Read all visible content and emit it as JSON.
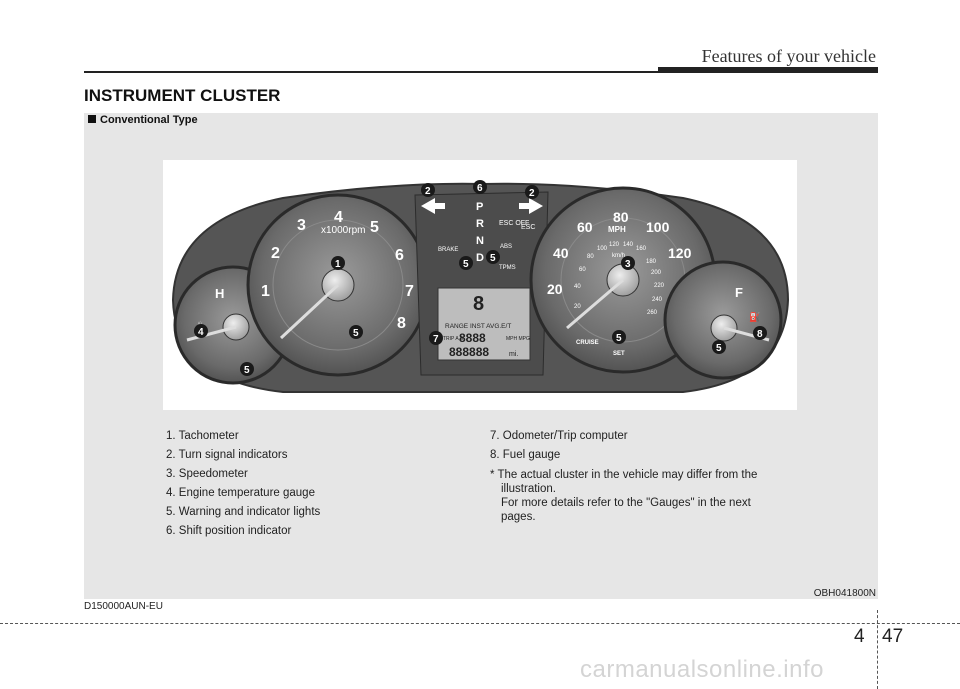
{
  "header": {
    "section_title": "Features of your vehicle"
  },
  "main": {
    "title": "INSTRUMENT CLUSTER",
    "subhead": "Conventional Type",
    "figure": {
      "image_code": "OBH041800N",
      "gauge_labels": {
        "rpm_unit": "x1000rpm",
        "tach_ticks": [
          "1",
          "2",
          "3",
          "4",
          "5",
          "6",
          "7",
          "8"
        ],
        "speed_ticks": [
          "20",
          "40",
          "60",
          "80",
          "100",
          "120",
          "140",
          "160"
        ],
        "kmh_ticks": [
          "20",
          "40",
          "60",
          "80",
          "100",
          "120",
          "140",
          "160",
          "180",
          "200",
          "220",
          "240",
          "260"
        ],
        "speed_unit": "MPH",
        "kmh_unit": "km/h",
        "temp_hot": "H",
        "fuel_full": "F",
        "gear_positions": [
          "P",
          "R",
          "N",
          "D"
        ],
        "esc_off": "ESC OFF",
        "esc": "ESC",
        "abs": "ABS",
        "brake": "BRAKE",
        "tpms": "TPMS",
        "cruise": "CRUISE",
        "set": "SET",
        "lcd_range": "RANGE",
        "lcd_avg": "INST AVG.E/T",
        "lcd_trip": "TRIP A B",
        "lcd_digits": "8888",
        "lcd_units": "MPH MPG",
        "lcd_odo": "888888",
        "lcd_mi": "mi.",
        "lcd_gear": "8"
      },
      "callouts": [
        "2",
        "6",
        "2",
        "1",
        "3",
        "4",
        "5",
        "5",
        "5",
        "5",
        "5",
        "7",
        "8",
        "5"
      ]
    },
    "list_left": [
      "1. Tachometer",
      "2. Turn signal indicators",
      "3. Speedometer",
      "4. Engine temperature gauge",
      "5. Warning and indicator lights",
      "6. Shift position indicator"
    ],
    "list_right": [
      "7. Odometer/Trip computer",
      "8. Fuel gauge"
    ],
    "note_line1": "* The actual cluster in the vehicle may differ from the",
    "note_line2": "illustration.",
    "note_line3": "For more details refer to the \"Gauges\" in the next",
    "note_line4": "pages.",
    "ref_code": "D150000AUN-EU"
  },
  "footer": {
    "section": "4",
    "page": "47",
    "watermark": "carmanualsonline.info"
  },
  "colors": {
    "cluster_body": "#5a5a5a",
    "gauge_face": "#6c6c6c",
    "panel": "#e6e6e6",
    "callout": "#1a1a1a"
  }
}
